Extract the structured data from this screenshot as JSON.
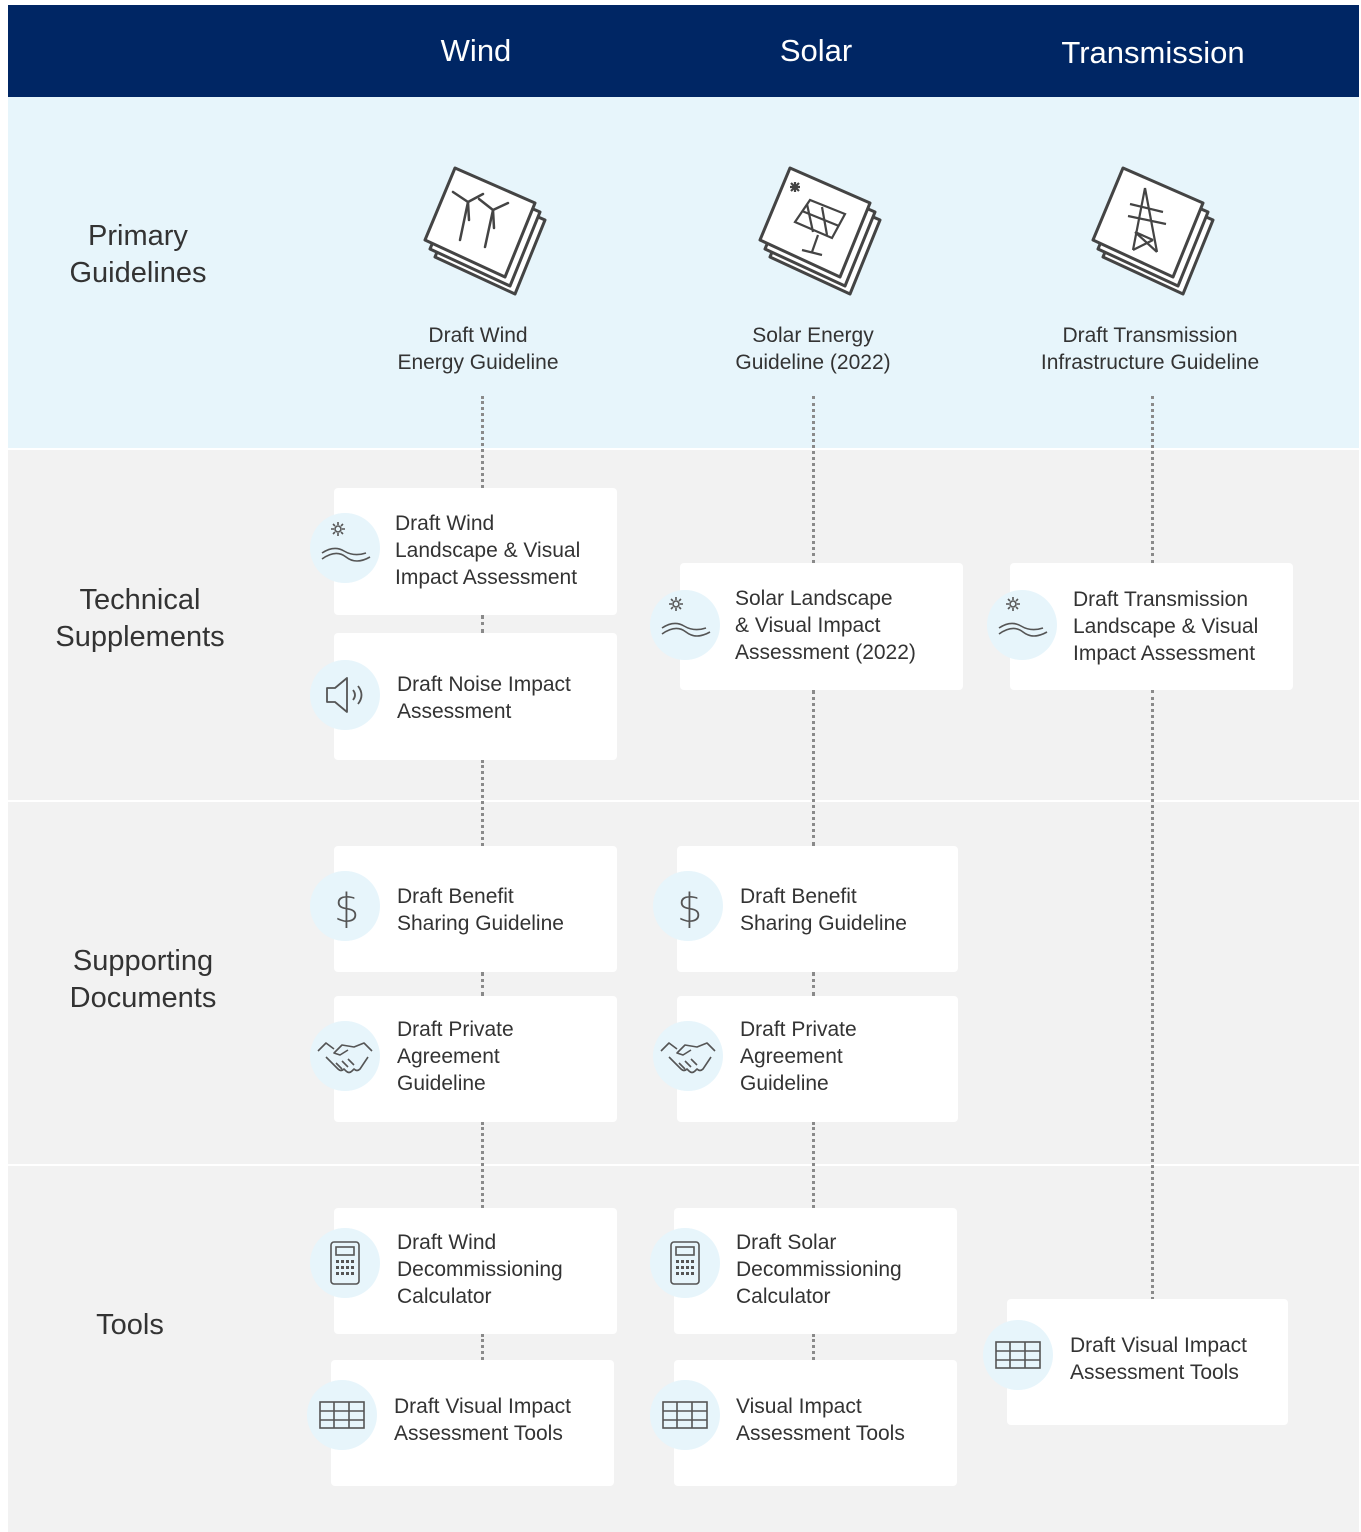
{
  "columns": [
    "Wind",
    "Solar",
    "Transmission"
  ],
  "rows": {
    "primary": [
      "Primary",
      "Guidelines"
    ],
    "technical": [
      "Technical",
      "Supplements"
    ],
    "supporting": [
      "Supporting",
      "Documents"
    ],
    "tools": [
      "Tools"
    ]
  },
  "primary": {
    "wind": [
      "Draft Wind",
      "Energy  Guideline"
    ],
    "solar": [
      "Solar Energy",
      "Guideline (2022)"
    ],
    "transmission": [
      "Draft Transmission",
      "Infrastructure Guideline"
    ]
  },
  "technical": {
    "wind_landscape": [
      "Draft Wind",
      "Landscape & Visual",
      "Impact Assessment"
    ],
    "wind_noise": [
      "Draft Noise Impact",
      "Assessment"
    ],
    "solar_landscape": [
      "Solar Landscape",
      "& Visual Impact",
      "Assessment (2022)"
    ],
    "transmission_landscape": [
      "Draft Transmission",
      "Landscape & Visual",
      "Impact Assessment"
    ]
  },
  "supporting": {
    "wind_benefit": [
      "Draft Benefit",
      "Sharing Guideline"
    ],
    "wind_private": [
      "Draft Private",
      "Agreement",
      "Guideline"
    ],
    "solar_benefit": [
      "Draft Benefit",
      "Sharing Guideline"
    ],
    "solar_private": [
      "Draft Private",
      "Agreement",
      "Guideline"
    ]
  },
  "tools": {
    "wind_calc": [
      "Draft Wind",
      "Decommissioning",
      "Calculator"
    ],
    "wind_visual": [
      "Draft Visual Impact",
      "Assessment Tools"
    ],
    "solar_calc": [
      "Draft Solar",
      "Decommissioning",
      "Calculator"
    ],
    "solar_visual": [
      "Visual Impact",
      "Assessment Tools"
    ],
    "transmission_visual": [
      "Draft Visual Impact",
      "Assessment Tools"
    ]
  },
  "colors": {
    "header": "#002664",
    "primary_band": "#e7f5fb",
    "band": "#f2f2f2",
    "icon_circle": "#e7f5fb"
  }
}
